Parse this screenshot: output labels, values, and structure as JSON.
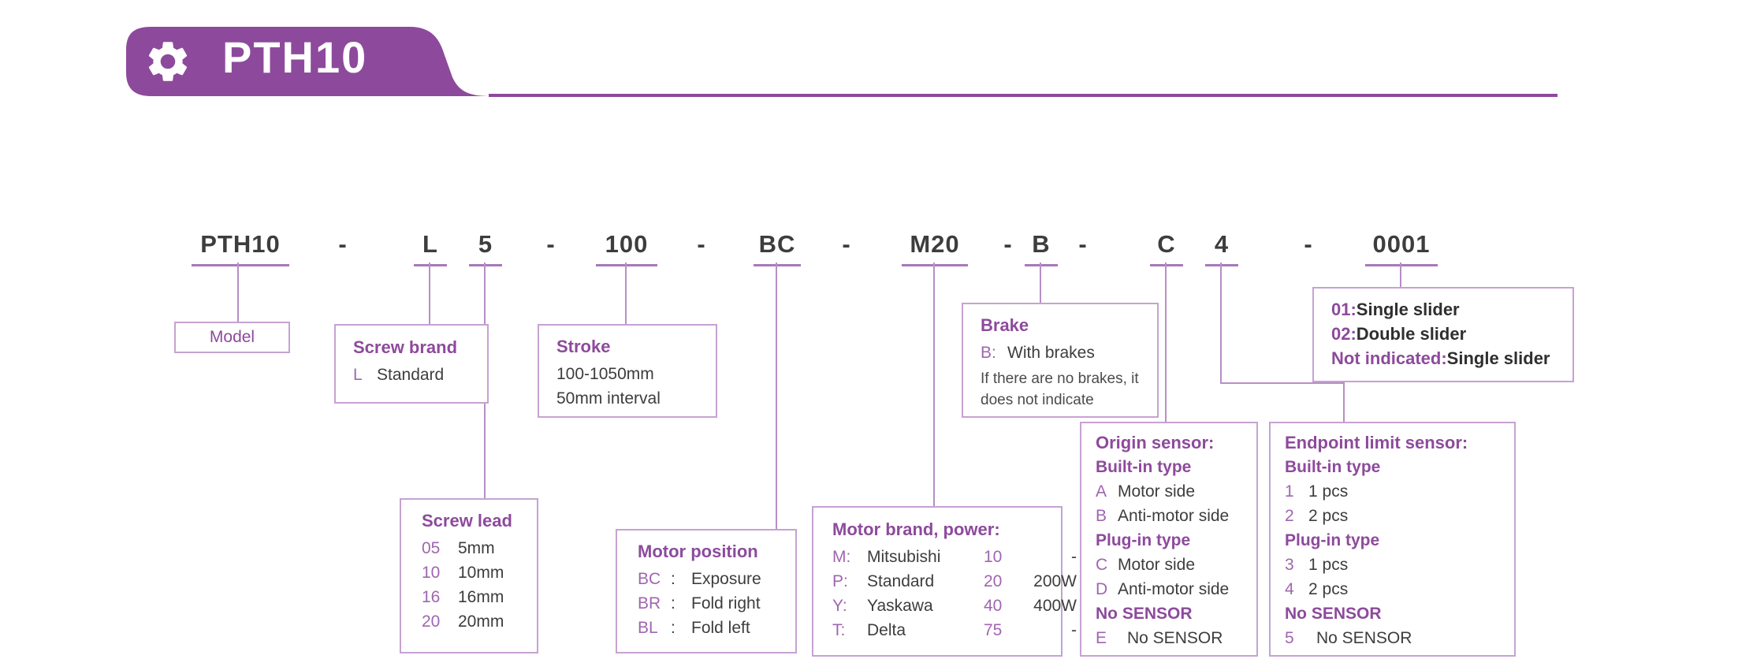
{
  "colors": {
    "accent_purple": "#8d4a9c",
    "code_purple": "#9f66af",
    "border_purple": "#c6a2d2",
    "text_dark": "#3d3d3d"
  },
  "header": {
    "title": "PTH10",
    "icon": "gear-icon"
  },
  "model_code": {
    "segments": [
      "PTH10",
      "-",
      "L",
      "5",
      "-",
      "100",
      "-",
      "BC",
      "-",
      "M20",
      "-",
      "B",
      "-",
      "C",
      "4",
      "-",
      "0001"
    ]
  },
  "boxes": {
    "model": {
      "label": "Model"
    },
    "screw_brand": {
      "title": "Screw brand",
      "rows": [
        {
          "code": "L",
          "desc": "Standard"
        }
      ]
    },
    "stroke": {
      "title": "Stroke",
      "line1": "100-1050mm",
      "line2": "50mm interval"
    },
    "screw_lead": {
      "title": "Screw lead",
      "rows": [
        {
          "code": "05",
          "desc": "5mm"
        },
        {
          "code": "10",
          "desc": "10mm"
        },
        {
          "code": "16",
          "desc": "16mm"
        },
        {
          "code": "20",
          "desc": "20mm"
        }
      ]
    },
    "motor_position": {
      "title": "Motor position",
      "rows": [
        {
          "code": "BC",
          "sep": ":",
          "desc": "Exposure"
        },
        {
          "code": "BR",
          "sep": ":",
          "desc": "Fold right"
        },
        {
          "code": "BL",
          "sep": ":",
          "desc": "Fold left"
        }
      ]
    },
    "motor_brand": {
      "title": "Motor brand, power:",
      "rows": [
        {
          "code": "M:",
          "brand": "Mitsubishi",
          "num": "10",
          "power": "-"
        },
        {
          "code": "P:",
          "brand": "Standard",
          "num": "20",
          "power": "200W"
        },
        {
          "code": "Y:",
          "brand": "Yaskawa",
          "num": "40",
          "power": "400W"
        },
        {
          "code": "T:",
          "brand": "Delta",
          "num": "75",
          "power": "-"
        }
      ]
    },
    "brake": {
      "title": "Brake",
      "code": "B:",
      "desc": "With brakes",
      "note_line1": "If there are no brakes, it",
      "note_line2": "does not indicate"
    },
    "origin_sensor": {
      "title": "Origin sensor:",
      "builtin_heading": "Built-in type",
      "builtin_rows": [
        {
          "code": "A",
          "desc": "Motor side"
        },
        {
          "code": "B",
          "desc": "Anti-motor side"
        }
      ],
      "plugin_heading": "Plug-in type",
      "plugin_rows": [
        {
          "code": "C",
          "desc": "Motor side"
        },
        {
          "code": "D",
          "desc": "Anti-motor side"
        }
      ],
      "nosensor_heading": "No SENSOR",
      "nosensor_row": {
        "code": "E",
        "desc": "No SENSOR"
      }
    },
    "endpoint_sensor": {
      "title": "Endpoint limit sensor:",
      "builtin_heading": "Built-in type",
      "builtin_rows": [
        {
          "code": "1",
          "desc": "1 pcs"
        },
        {
          "code": "2",
          "desc": "2 pcs"
        }
      ],
      "plugin_heading": "Plug-in type",
      "plugin_rows": [
        {
          "code": "3",
          "desc": "1 pcs"
        },
        {
          "code": "4",
          "desc": "2 pcs"
        }
      ],
      "nosensor_heading": "No SENSOR",
      "nosensor_row": {
        "code": "5",
        "desc": "No SENSOR"
      }
    },
    "slider": {
      "rows": [
        {
          "code": "01:",
          "desc": "Single slider"
        },
        {
          "code": "02:",
          "desc": "Double slider"
        },
        {
          "code": "Not indicated:",
          "desc": "Single slider"
        }
      ]
    }
  }
}
